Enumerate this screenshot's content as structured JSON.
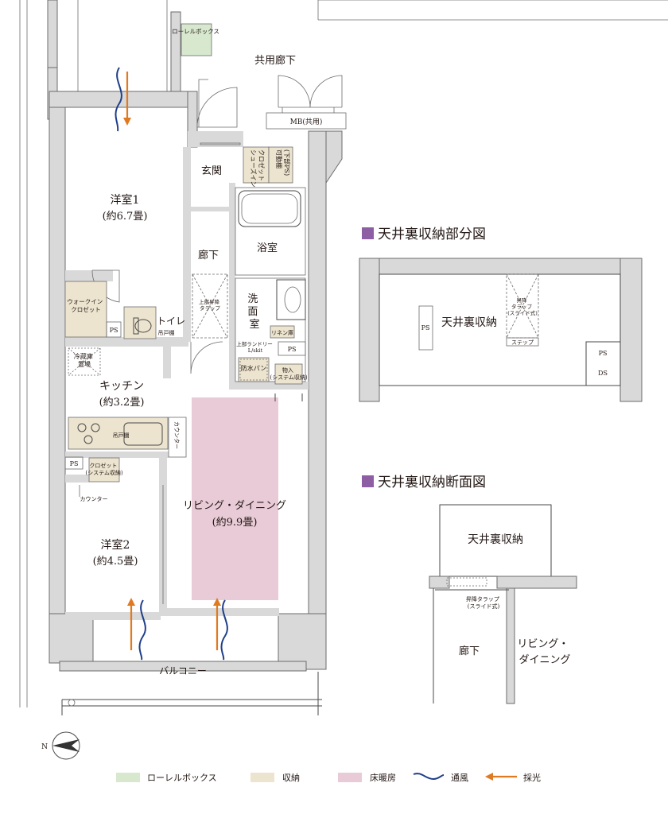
{
  "colors": {
    "wall": "#d9d9d9",
    "storage": "#ece4cf",
    "roller_box": "#d7e8cf",
    "floor_heating": "#e8cbd6",
    "ventilation": "#1f3f8a",
    "daylight": "#e07a20",
    "section_marker": "#8d5ea3"
  },
  "plan": {
    "roller_box": "ローレルボックス",
    "common_corridor": "共用廊下",
    "mb": "MB(共用)",
    "entrance": "玄関",
    "shoes_closet": "シューズイン\nクロゼット",
    "movable_shelf": "可動棚\n(下部PS)",
    "room1_name": "洋室1",
    "room1_size": "(約6.7畳)",
    "corridor": "廊下",
    "bath": "浴室",
    "upper_step": "上部昇降\nタラップ",
    "walkin_closet": "ウォークイン\nクロゼット",
    "ps": "PS",
    "toilet": "トイレ",
    "cabinet": "吊戸棚",
    "washroom": "洗\n面\n室",
    "linen": "リネン庫",
    "laundry": "上部ランドリー\nL/skit",
    "pan": "防水パン",
    "fridge": "冷蔵庫\n置場",
    "storage_system": "物入\n(システム収納)",
    "kitchen_name": "キッチン",
    "kitchen_size": "(約3.2畳)",
    "counter": "カウンター",
    "closet_system": "クロゼット\n(システム収納)",
    "counter_small": "カウンター",
    "living_name": "リビング・ダイニング",
    "living_size": "(約9.9畳)",
    "room2_name": "洋室2",
    "room2_size": "(約4.5畳)",
    "balcony": "バルコニー"
  },
  "attic_partial": {
    "title": "天井裏収納部分図",
    "storage": "天井裏収納",
    "step_ladder": "昇降\nタラップ\n(スライド式)",
    "step": "ステップ",
    "ps": "PS",
    "ps2": "PS",
    "ds": "DS"
  },
  "attic_section": {
    "title": "天井裏収納断面図",
    "storage": "天井裏収納",
    "step_ladder": "昇降タラップ\n(スライド式)",
    "corridor": "廊下",
    "living": "リビング・\nダイニング"
  },
  "legend": [
    {
      "label": "ローレルボックス"
    },
    {
      "label": "収納"
    },
    {
      "label": "床暖房"
    },
    {
      "label": "通風"
    },
    {
      "label": "採光"
    }
  ],
  "compass": {
    "north": "N"
  }
}
